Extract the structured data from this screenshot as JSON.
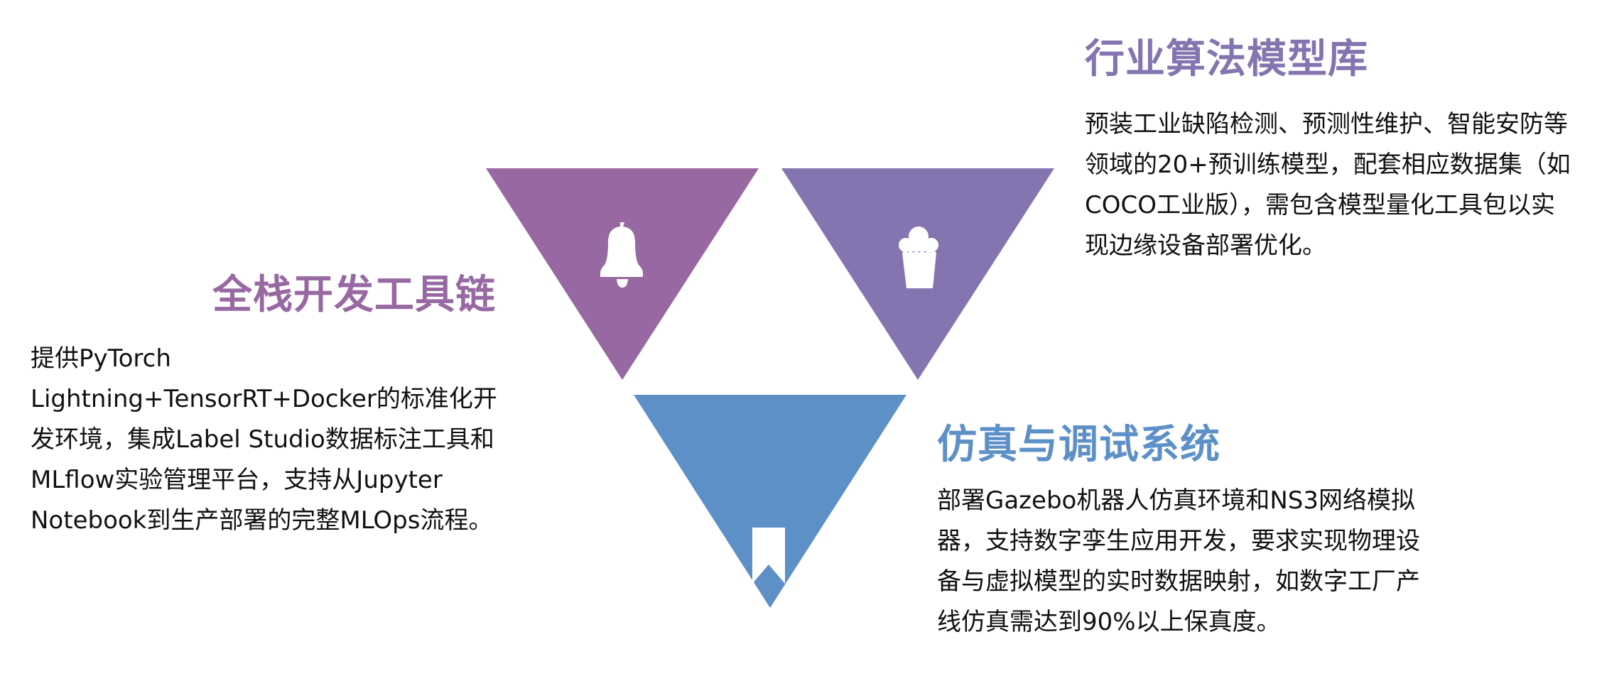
{
  "colors": {
    "purple": "#9868A2",
    "violet": "#8475B0",
    "blue": "#5E90C8",
    "text": "#111111"
  },
  "sections": {
    "toolchain": {
      "title": "全栈开发工具链",
      "icon": "bell-icon",
      "lines": [
        "提供PyTorch",
        "Lightning+TensorRT+Docker的标准化开",
        "发环境，集成Label Studio数据标注工具和",
        "MLflow实验管理平台，支持从Jupyter",
        "Notebook到生产部署的完整MLOps流程。"
      ]
    },
    "models": {
      "title": "行业算法模型库",
      "icon": "cupcake-icon",
      "lines": [
        "预装工业缺陷检测、预测性维护、智能安防等",
        "领域的20+预训练模型，配套相应数据集（如",
        "COCO工业版），需包含模型量化工具包以实",
        "现边缘设备部署优化。"
      ]
    },
    "simulation": {
      "title": "仿真与调试系统",
      "icon": "bookmark-icon",
      "lines": [
        "部署Gazebo机器人仿真环境和NS3网络模拟",
        "器，支持数字孪生应用开发，要求实现物理设",
        "备与虚拟模型的实时数据映射，如数字工厂产",
        "线仿真需达到90%以上保真度。"
      ]
    }
  }
}
